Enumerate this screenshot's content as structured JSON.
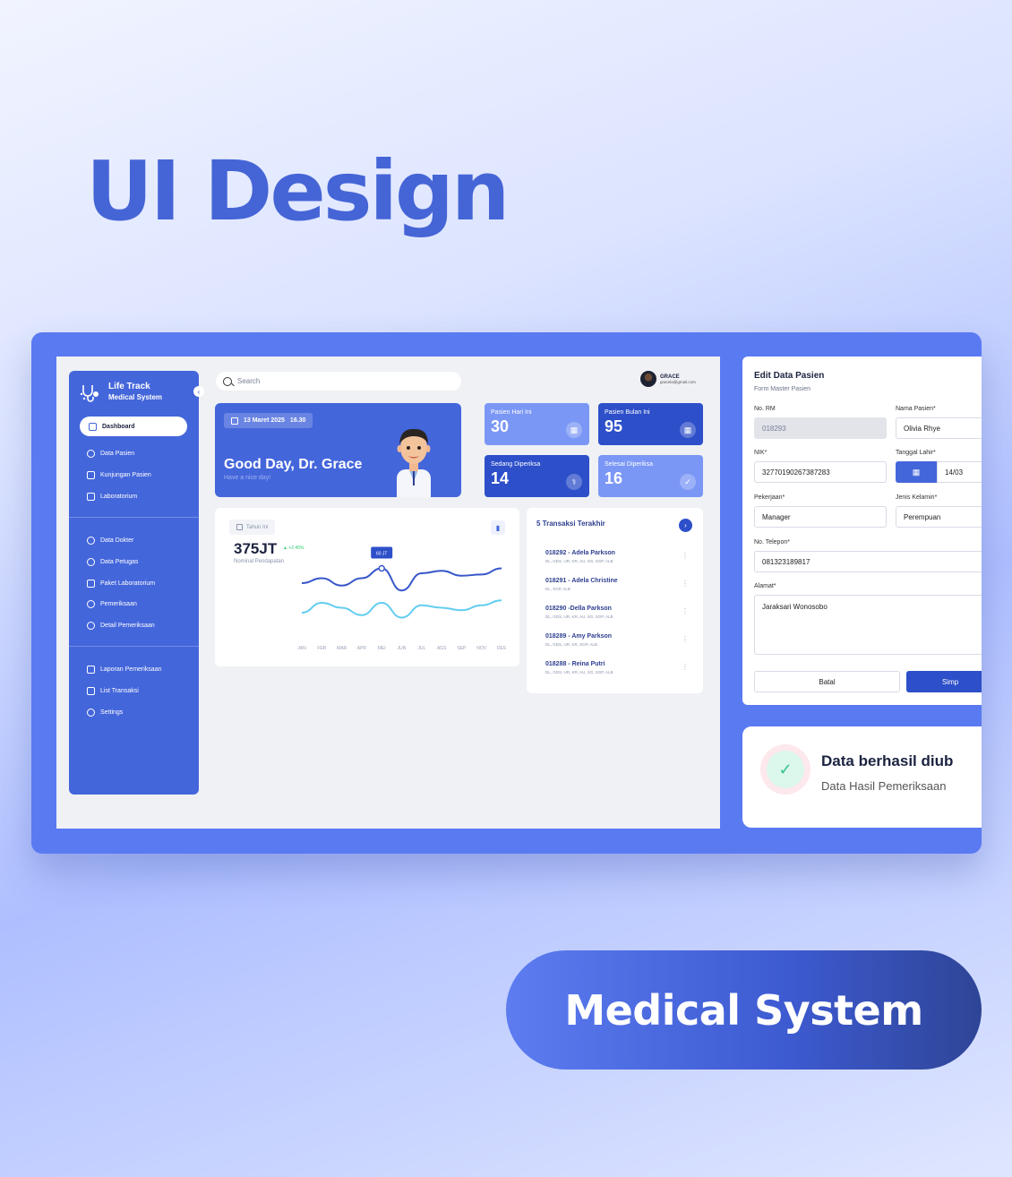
{
  "hero": {
    "title": "UI Design"
  },
  "footer": {
    "label": "Medical System"
  },
  "app": {
    "brand": {
      "line1": "Life Track",
      "line2": "Medical System"
    },
    "sidebar": {
      "active": "Dashboard",
      "group1": [
        "Data Pasien",
        "Kunjungan Pasien",
        "Laboratorium"
      ],
      "group2": [
        "Data Dokter",
        "Data Petugas",
        "Paket Laboratorium",
        "Pemeriksaan",
        "Detail Pemeriksaan"
      ],
      "group3": [
        "Laporan Pemeriksaan",
        "List Transaksi",
        "Settings"
      ]
    },
    "search": {
      "placeholder": "Search"
    },
    "user": {
      "name": "GRACE",
      "email": "gracela@gmail.com"
    },
    "greeting": {
      "date": "13 Maret 2025",
      "time": "16.30",
      "title": "Good Day, Dr. Grace",
      "subtitle": "Have a nice day!"
    },
    "stats": [
      {
        "label": "Pasien Hari Ini",
        "value": "30",
        "color": "#7b97f5"
      },
      {
        "label": "Pasien Bulan Ini",
        "value": "95",
        "color": "#2d4fc9"
      },
      {
        "label": "Sedang Diperiksa",
        "value": "14",
        "color": "#2d4fc9"
      },
      {
        "label": "Selesai Diperiksa",
        "value": "16",
        "color": "#7b97f5"
      }
    ],
    "revenue": {
      "period": "Tahun Ini",
      "value": "375JT",
      "trend": "+2.45%",
      "label": "Nominal Pendapatan",
      "tooltip": "60 JT"
    },
    "chart_data": {
      "type": "line",
      "categories": [
        "JAN",
        "FEB",
        "MAR",
        "APR",
        "MEI",
        "JUN",
        "JUL",
        "AGS",
        "SEP",
        "NOV",
        "DES"
      ],
      "series": [
        {
          "values": [
            48,
            52,
            46,
            52,
            60,
            42,
            56,
            58,
            54,
            55,
            60
          ],
          "color": "#3656c9"
        },
        {
          "values": [
            24,
            32,
            28,
            22,
            32,
            20,
            30,
            28,
            26,
            30,
            34
          ],
          "color": "#63cdf0"
        }
      ],
      "ylim": [
        0,
        80
      ],
      "highlight_index": 4
    },
    "transactions": {
      "title": "5 Transaksi Terakhir",
      "items": [
        {
          "name": "018292 - Adela Parkson",
          "tags": "DL, GDS, UR, KR, AU, SG, SGP, ALB"
        },
        {
          "name": "018291 -  Adela Christine",
          "tags": "DL, SGP, ALB"
        },
        {
          "name": "018290 -Della Parkson",
          "tags": "DL, GDS, UR, KR, AU, SG, SGP, ALB"
        },
        {
          "name": "018289 - Amy Parkson",
          "tags": "DL, GDS, UR, KR, SGP, ALB"
        },
        {
          "name": "018288 - Reina Putri",
          "tags": "DL, GDS, UR, KR, AU, SG, SGP, ALB"
        }
      ]
    }
  },
  "form": {
    "title": "Edit Data Pasien",
    "subtitle": "Form Master Pasien",
    "no_rm_label": "No. RM",
    "no_rm": "018293",
    "nama_label": "Nama Pasien*",
    "nama": "Olivia Rhye",
    "nik_label": "NIK*",
    "nik": "32770190267387283",
    "tgl_label": "Tanggal Lahir*",
    "tgl": "14/03",
    "pekerjaan_label": "Pekerjaan*",
    "pekerjaan": "Manager",
    "jk_label": "Jenis Kelamin*",
    "jk": "Perempuan",
    "telp_label": "No. Telepon*",
    "telp": "081323189817",
    "alamat_label": "Alamat*",
    "alamat": "Jaraksari Wonosobo",
    "cancel": "Batal",
    "save": "Simp"
  },
  "toast": {
    "title": "Data berhasil diub",
    "subtitle": "Data Hasil Pemeriksaan"
  }
}
